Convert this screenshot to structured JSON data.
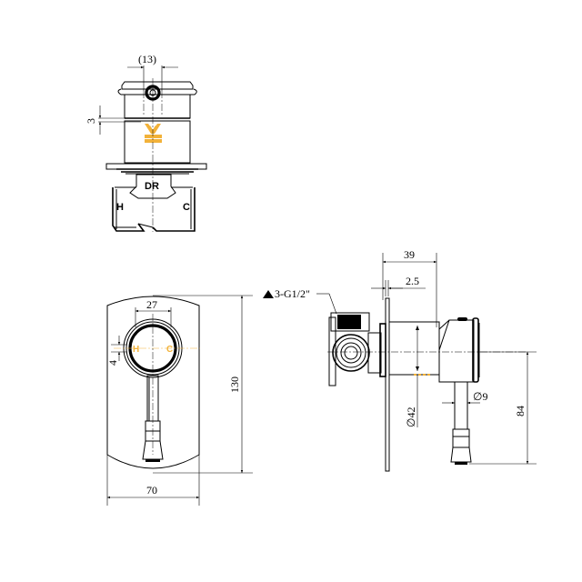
{
  "drawing": {
    "title": "Concealed shower mixer technical drawing",
    "accent_color": "#f2b23a",
    "line_color": "#000000",
    "background": "#ffffff"
  },
  "top_view": {
    "dim_width": "(13)",
    "dim_gap": "3",
    "body_label": "DR",
    "hot_label": "H",
    "cold_label": "C",
    "logo_icon": "crown-logo-icon"
  },
  "front_view": {
    "dim_dial": "27",
    "dim_offset": "4",
    "dim_height": "130",
    "dim_width": "70",
    "hot_label": "H",
    "cold_label": "C"
  },
  "side_view": {
    "thread_note": "3-G1/2\"",
    "thread_marker_icon": "triangle-marker-icon",
    "dim_depth": "39",
    "dim_plate": "2.5",
    "dim_body_dia": "∅42",
    "dim_lever_dia": "∅9",
    "dim_lever_drop": "84"
  }
}
